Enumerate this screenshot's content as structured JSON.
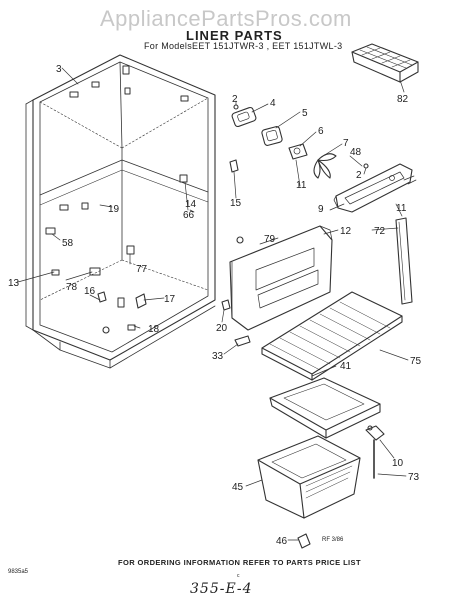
{
  "watermark": "AppliancePartsPros.com",
  "title": "LINER PARTS",
  "models": "For ModelsEET 151JTWR-3 , EET 151JTWL-3",
  "footer": "FOR ORDERING INFORMATION REFER TO PARTS PRICE LIST",
  "left_code": "9835a5",
  "page_mark": "c",
  "handwritten": "355-E-4",
  "stamp": "RF 3/86",
  "callouts": [
    "3",
    "82",
    "2",
    "4",
    "5",
    "6",
    "7",
    "48",
    "2",
    "11",
    "11",
    "9",
    "19",
    "14",
    "66",
    "15",
    "12",
    "72",
    "79",
    "58",
    "77",
    "13",
    "78",
    "16",
    "17",
    "18",
    "20",
    "33",
    "75",
    "41",
    "10",
    "73",
    "45",
    "46"
  ]
}
